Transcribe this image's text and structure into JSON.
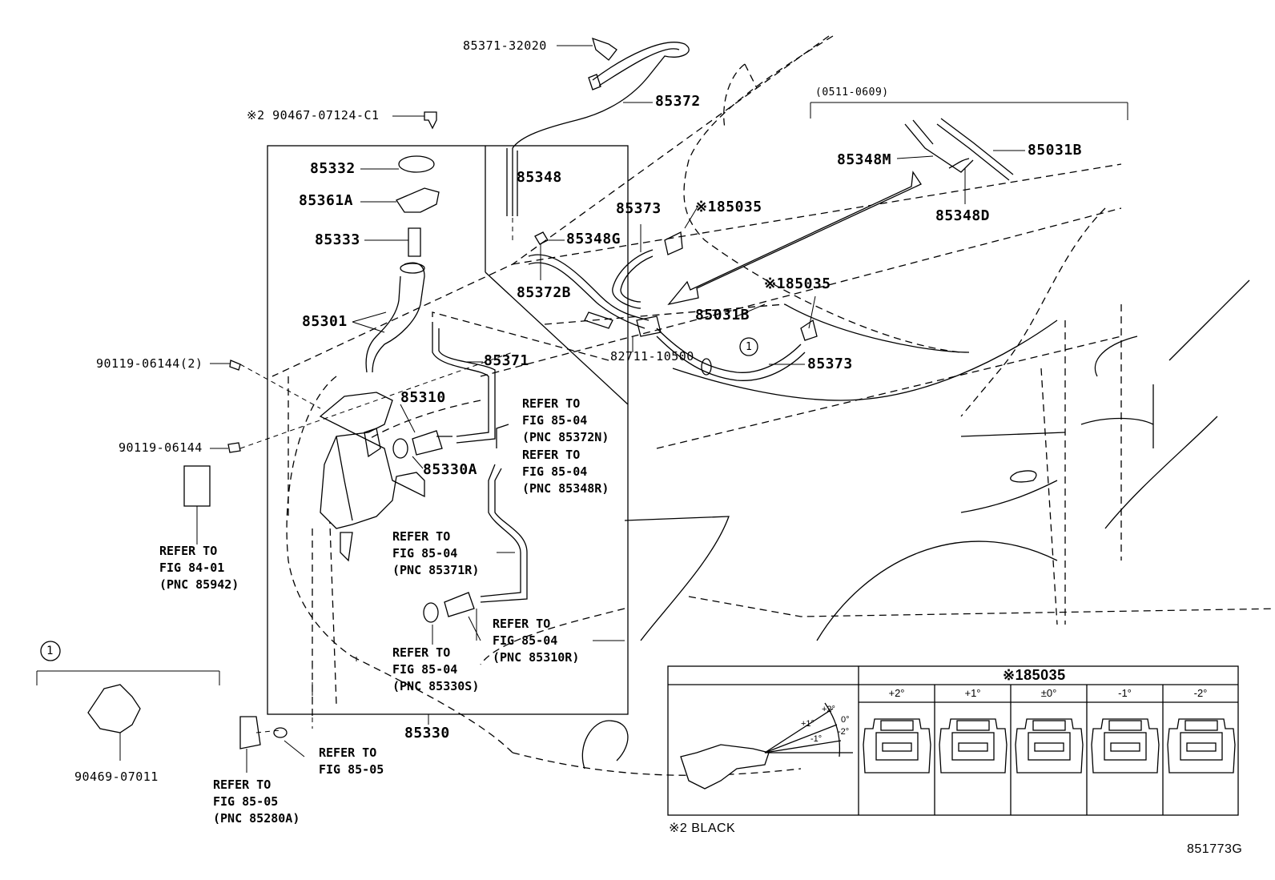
{
  "labels": {
    "p85371_32020": "85371-32020",
    "p85372": "85372",
    "p90467": "※2 90467-07124-C1",
    "p85332": "85332",
    "p85361A": "85361A",
    "p85333": "85333",
    "p85301": "85301",
    "p85348": "85348",
    "p85348G": "85348G",
    "p85372B": "85372B",
    "p85373_top": "85373",
    "p185035_top": "※185035",
    "p185035_mid": "※185035",
    "p85031B": "85031B",
    "p82711": "82711-10500",
    "p85373_bot": "85373",
    "p85371": "85371",
    "p85310": "85310",
    "p85330A": "85330A",
    "p90119_2": "90119-06144(2)",
    "p90119": "90119-06144",
    "p85330": "85330",
    "p90469": "90469-07011",
    "p85348M": "85348M",
    "p85031B_r": "85031B",
    "p85348D": "85348D",
    "range": "(0511-0609)",
    "callout1": "1",
    "callout1b": "1"
  },
  "refs": {
    "r1": [
      "REFER TO",
      "FIG 85-04",
      "(PNC 85372N)"
    ],
    "r2": [
      "REFER TO",
      "FIG 85-04",
      "(PNC 85348R)"
    ],
    "r3": [
      "REFER TO",
      "FIG 84-01",
      "(PNC 85942)"
    ],
    "r4": [
      "REFER TO",
      "FIG 85-04",
      "(PNC 85371R)"
    ],
    "r5": [
      "REFER TO",
      "FIG 85-04",
      "(PNC 85310R)"
    ],
    "r6": [
      "REFER TO",
      "FIG 85-04",
      "(PNC 85330S)"
    ],
    "r7": [
      "REFER TO",
      "FIG 85-05"
    ],
    "r8": [
      "REFER TO",
      "FIG 85-05",
      "(PNC 85280A)"
    ]
  },
  "inset": {
    "title": "※185035",
    "columns": [
      "+2°",
      "+1°",
      "±0°",
      "-1°",
      "-2°"
    ],
    "angles": [
      "+2°",
      "0°",
      "+1°",
      "-2°",
      "-1°"
    ],
    "note": "※2 BLACK"
  },
  "figure_code": "851773G"
}
